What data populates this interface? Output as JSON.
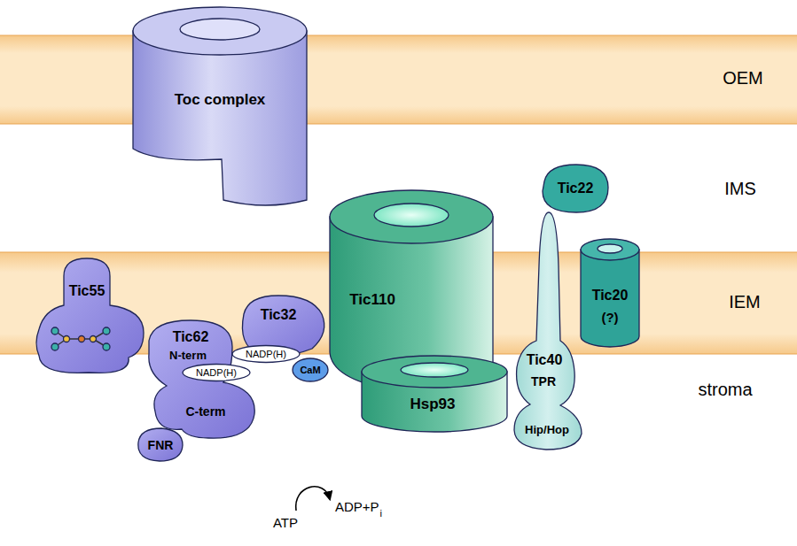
{
  "diagram": {
    "nodes": [
      {
        "text": [
          "Toc complex"
        ]
      },
      {
        "text": [
          "Tic22"
        ]
      },
      {
        "text": [
          "Tic110"
        ]
      },
      {
        "text": [
          "Tic20",
          "(?)"
        ]
      },
      {
        "text": [
          "Tic55"
        ]
      },
      {
        "text": [
          "Tic62",
          "N-term",
          "C-term"
        ]
      },
      {
        "text": [
          "NADP(H)"
        ],
        "in": 5
      },
      {
        "text": [
          "Tic32"
        ]
      },
      {
        "text": [
          "NADP(H)"
        ],
        "in": 7
      },
      {
        "text": [
          "CaM"
        ],
        "in": 7
      },
      {
        "text": [
          "Tic40",
          "TPR",
          "Hip/Hop"
        ]
      },
      {
        "text": [
          "Hsp93"
        ]
      },
      {
        "text": [
          "FNR"
        ]
      }
    ],
    "labels": [
      "OEM",
      "IMS",
      "IEM",
      "stroma",
      "ATP",
      "ADP+P",
      "i"
    ]
  }
}
